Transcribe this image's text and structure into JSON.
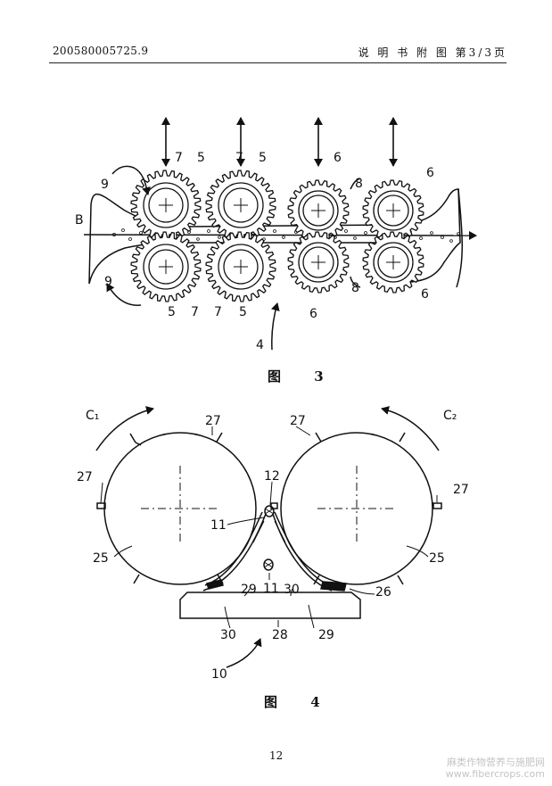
{
  "header": {
    "patent_number": "200580005725.9",
    "section_title": "说 明 书 附 图 第3/3页"
  },
  "figure3": {
    "caption": "图 3",
    "labels": {
      "ref_4": "4",
      "ref_5": "5",
      "ref_6": "6",
      "ref_7": "7",
      "ref_8": "8",
      "ref_9": "9",
      "ref_B": "B"
    }
  },
  "figure4": {
    "caption": "图 4",
    "labels": {
      "ref_10": "10",
      "ref_11": "11",
      "ref_12": "12",
      "ref_25": "25",
      "ref_26": "26",
      "ref_27": "27",
      "ref_28": "28",
      "ref_29": "29",
      "ref_30": "30",
      "ref_C1": "C₁",
      "ref_C2": "C₂"
    }
  },
  "footer": {
    "page_number": "12",
    "watermark_line1": "麻类作物营养与施肥网",
    "watermark_line2": "www.fibercrops.com"
  }
}
